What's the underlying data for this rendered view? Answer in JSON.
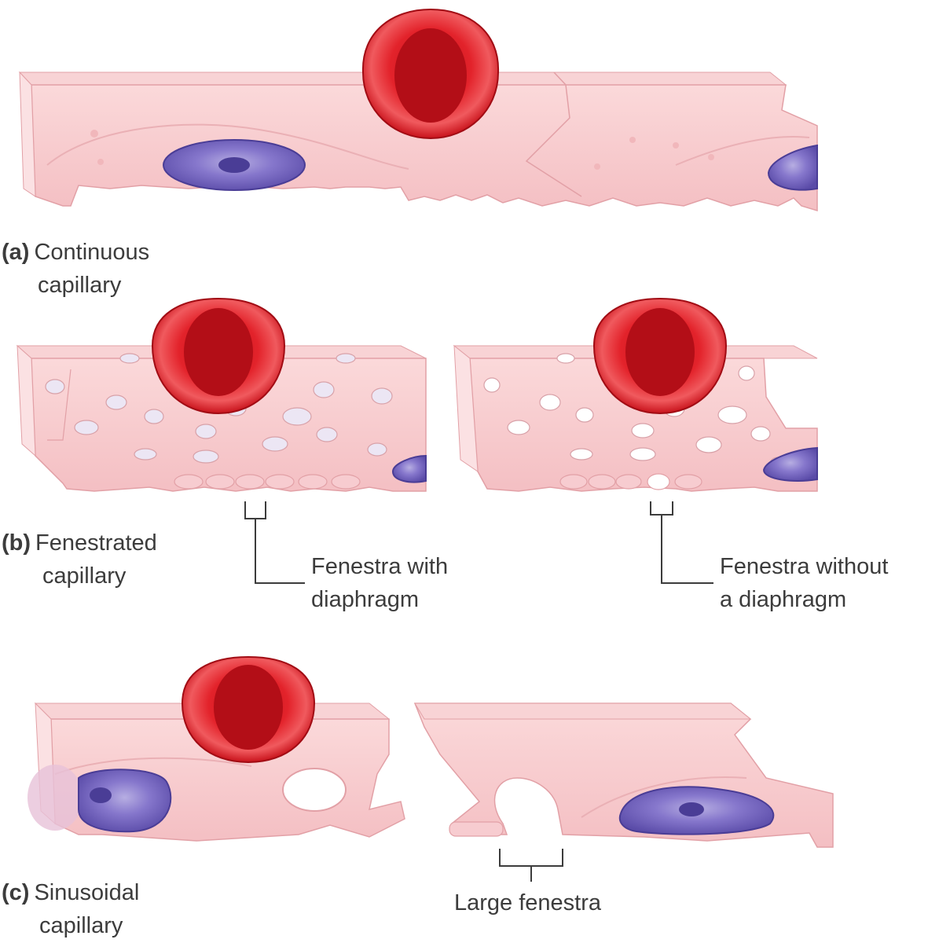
{
  "colors": {
    "wall": "#f6c6c9",
    "wall_top": "#f9d4d6",
    "wall_edge": "#e8a6ab",
    "nucleus": "#7a6bc2",
    "nucleus_dark": "#4a3d96",
    "rbc": "#d4141e",
    "rbc_dark": "#a10c14",
    "fenestra_diaphragm": "#ece6f4",
    "fenestra_open": "#ffffff",
    "label_text": "#3c3c3c"
  },
  "panels": {
    "a": {
      "letter": "(a)",
      "line1": "Continuous",
      "line2": "capillary"
    },
    "b": {
      "letter": "(b)",
      "line1": "Fenestrated",
      "line2": "capillary",
      "callout_left_1": "Fenestra with",
      "callout_left_2": "diaphragm",
      "callout_right_1": "Fenestra without",
      "callout_right_2": "a diaphragm"
    },
    "c": {
      "letter": "(c)",
      "line1": "Sinusoidal",
      "line2": "capillary",
      "callout": "Large fenestra"
    }
  },
  "icons": [
    "red-blood-cell",
    "endothelial-nucleus",
    "fenestra"
  ]
}
